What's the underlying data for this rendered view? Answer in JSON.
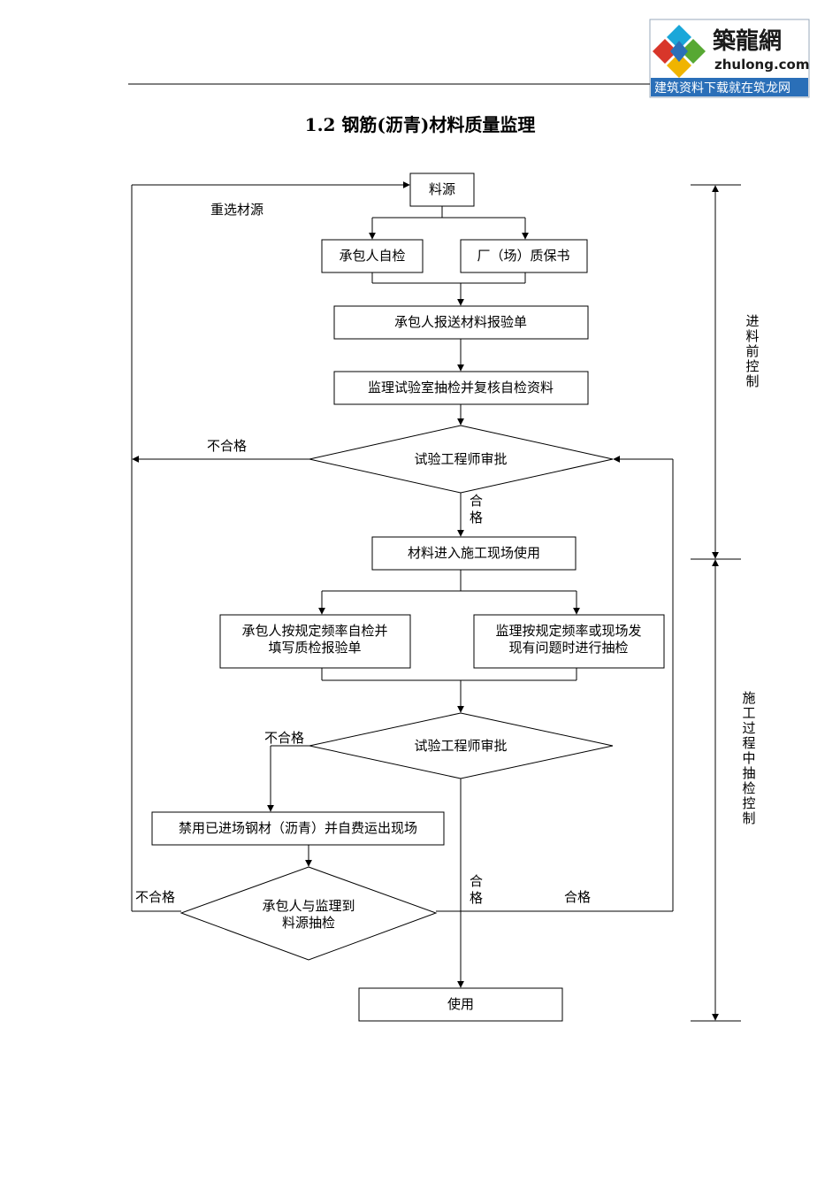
{
  "logo": {
    "name": "築龍網",
    "domain": "zhulong.com",
    "slogan": "建筑资料下载就在筑龙网",
    "colors": {
      "blue": "#2a6fb8",
      "cyan": "#1aa7d9",
      "red": "#d8362a",
      "green": "#57a833",
      "yellow": "#f0b400"
    }
  },
  "title": "1.2 钢筋(沥青)材料质量监理",
  "nodes": {
    "source": "料源",
    "self_check": "承包人自检",
    "factory_cert": "厂（场）质保书",
    "report_form": "承包人报送材料报验单",
    "lab_check": "监理试验室抽检并复核自检资料",
    "approve1": "试验工程师审批",
    "enter_site": "材料进入施工现场使用",
    "contractor_freq": [
      "承包人按规定频率自检并",
      "填写质检报验单"
    ],
    "supervisor_freq": [
      "监理按规定频率或现场发",
      "现有问题时进行抽检"
    ],
    "approve2": "试验工程师审批",
    "ban": "禁用已进场钢材（沥青）并自费运出现场",
    "joint_check": [
      "承包人与监理到",
      "料源抽检"
    ],
    "use": "使用"
  },
  "labels": {
    "reselect": "重选材源",
    "fail1": "不合格",
    "pass1": [
      "合",
      "格"
    ],
    "fail2": "不合格",
    "pass2": [
      "合",
      "格"
    ],
    "fail3": "不合格",
    "pass3": "合格"
  },
  "phases": {
    "pre_entry": [
      "进",
      "料",
      "前",
      "控",
      "制"
    ],
    "in_process": [
      "施",
      "工",
      "过",
      "程",
      "中",
      "抽",
      "检",
      "控",
      "制"
    ]
  }
}
